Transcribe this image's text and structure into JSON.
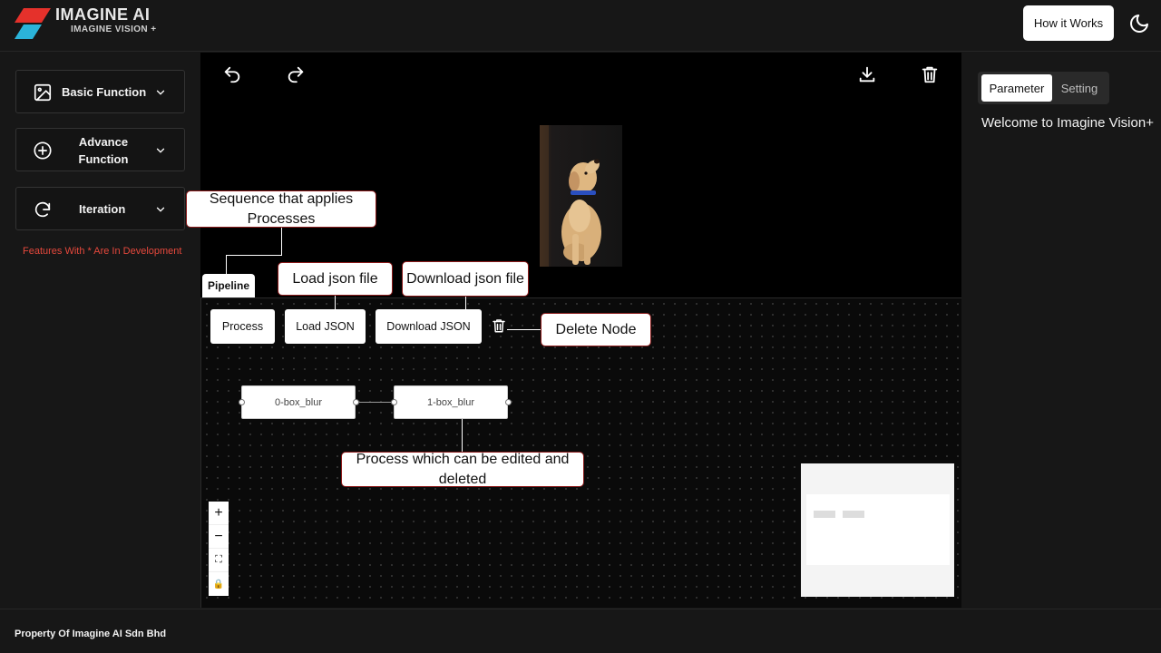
{
  "header": {
    "brand": "IMAGINE AI",
    "brand_sub": "IMAGINE VISION +",
    "how_it_works": "How it Works",
    "logo_colors": [
      "#e5312b",
      "#2bb3d9"
    ],
    "theme_icon": "moon-icon"
  },
  "sidebar": {
    "items": [
      {
        "label": "Basic Function",
        "icon": "image-icon"
      },
      {
        "label": "Advance Function",
        "icon": "plus-circle-icon"
      },
      {
        "label": "Iteration",
        "icon": "loop-icon"
      }
    ],
    "note": "Features With * Are In Development",
    "note_color": "#e5483c"
  },
  "toolbar": {
    "icons": [
      "undo-icon",
      "redo-icon",
      "download-icon",
      "trash-icon"
    ]
  },
  "pipeline": {
    "tab": "Pipeline",
    "buttons": {
      "process": "Process",
      "load_json": "Load JSON",
      "download_json": "Download JSON"
    },
    "nodes": [
      "0-box_blur",
      "1-box_blur"
    ],
    "zoom_controls": [
      "+",
      "−",
      "⛶",
      "🔒"
    ]
  },
  "callouts": {
    "sequence": "Sequence that applies Processes",
    "load": "Load json file",
    "download": "Download json file",
    "delete": "Delete Node",
    "process": "Process which can be edited and deleted"
  },
  "right_panel": {
    "tabs": [
      "Parameter",
      "Setting"
    ],
    "active_tab": "Parameter",
    "welcome": "Welcome to Imagine Vision+"
  },
  "footer": {
    "text": "Property Of Imagine AI Sdn Bhd"
  }
}
